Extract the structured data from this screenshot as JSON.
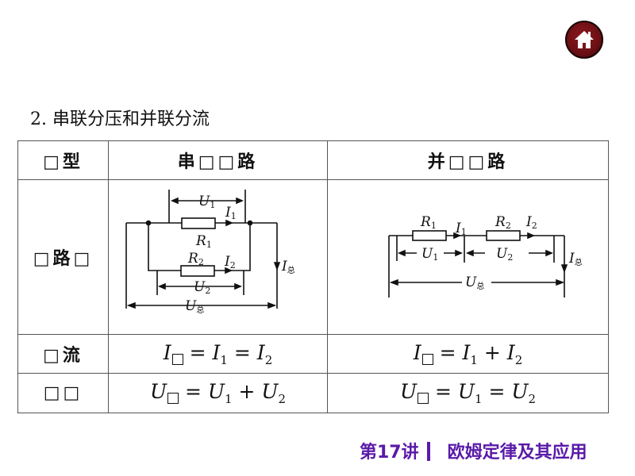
{
  "nav": {
    "home_icon": "home-icon"
  },
  "section_title": "2. 串联分压和并联分流",
  "table": {
    "headers": [
      "□型",
      "串□□路",
      "并□□路"
    ],
    "rows": [
      {
        "label": "□路□",
        "series": "series-circuit-diagram",
        "parallel": "parallel-circuit-diagram"
      },
      {
        "label": "□流",
        "series_formula": {
          "lhs": "I",
          "terms": [
            "I",
            "I"
          ],
          "subs": [
            "1",
            "2"
          ],
          "ops": [
            "=",
            "="
          ]
        },
        "parallel_formula": {
          "lhs": "I",
          "terms": [
            "I",
            "I"
          ],
          "subs": [
            "1",
            "2"
          ],
          "ops": [
            "=",
            "+"
          ]
        }
      },
      {
        "label": "□□",
        "series_formula": {
          "lhs": "U",
          "terms": [
            "U",
            "U"
          ],
          "subs": [
            "1",
            "2"
          ],
          "ops": [
            "=",
            "+"
          ]
        },
        "parallel_formula": {
          "lhs": "U",
          "terms": [
            "U",
            "U"
          ],
          "subs": [
            "1",
            "2"
          ],
          "ops": [
            "=",
            "="
          ]
        }
      }
    ]
  },
  "diagram_left": {
    "U1": "U",
    "U1_sub": "1",
    "I1": "I",
    "I1_sub": "1",
    "R1": "R",
    "R1_sub": "1",
    "R2": "R",
    "R2_sub": "2",
    "I2": "I",
    "I2_sub": "2",
    "U2": "U",
    "U2_sub": "2",
    "Utot": "U",
    "Itot": "I",
    "tot_sub": "总"
  },
  "diagram_right": {
    "R1": "R",
    "R1_sub": "1",
    "I1": "I",
    "I1_sub": "1",
    "R2": "R",
    "R2_sub": "2",
    "I2": "I",
    "I2_sub": "2",
    "U1": "U",
    "U1_sub": "1",
    "U2": "U",
    "U2_sub": "2",
    "Utot": "U",
    "Itot": "I",
    "tot_sub": "总"
  },
  "footer": {
    "lecture": "第17讲",
    "topic": "欧姆定律及其应用"
  },
  "colors": {
    "footer": "#5a1aa8",
    "home_button": "#6b0f14"
  }
}
